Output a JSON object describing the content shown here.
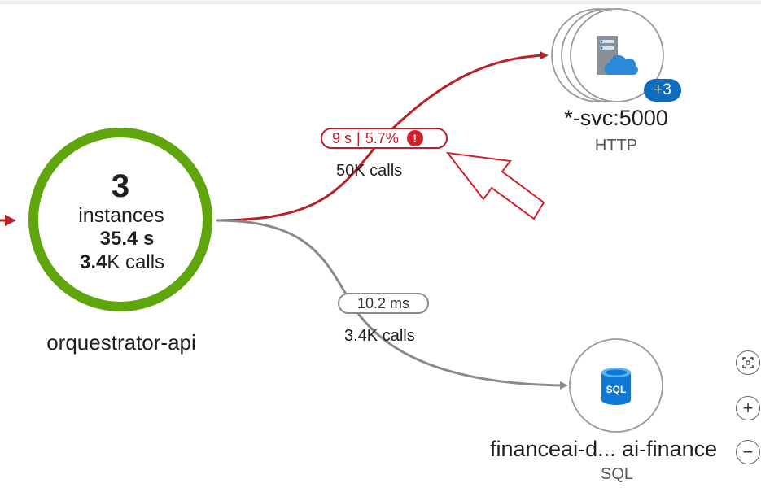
{
  "colors": {
    "error_red": "#b92027",
    "healthy_green": "#5ea60c",
    "neutral_gray": "#8a8a8a",
    "accent_blue": "#0f6cbd"
  },
  "main_node": {
    "count": "3",
    "instances_label": "instances",
    "duration": "35.4 s",
    "calls_bold": "3.4",
    "calls_rest": "K calls",
    "name": "orquestrator-api"
  },
  "http_node": {
    "name": "*-svc:5000",
    "type": "HTTP",
    "badge": "+3",
    "icon": "server-cloud-icon"
  },
  "sql_node": {
    "name": "financeai-d... ai-finance",
    "type": "SQL",
    "icon": "sql-database-icon",
    "icon_text": "SQL"
  },
  "edge_http": {
    "time": "9 s",
    "separator": "|",
    "percent": "5.7%",
    "error_mark": "!",
    "calls": "50K calls"
  },
  "edge_sql": {
    "time": "10.2 ms",
    "calls": "3.4K calls"
  },
  "zoom_controls": {
    "fit": "fit-to-screen-icon",
    "zoom_in": "+",
    "zoom_out": "−"
  }
}
